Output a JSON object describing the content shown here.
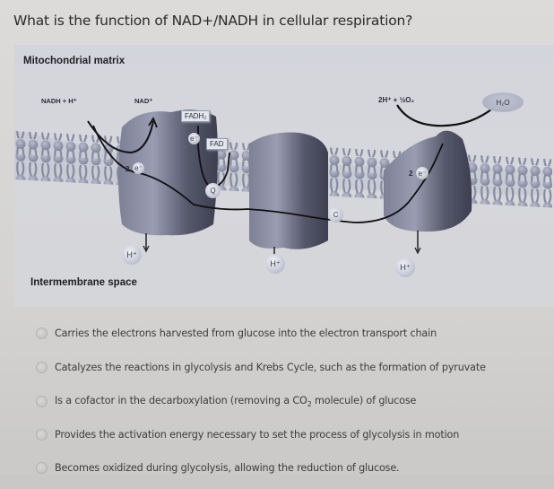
{
  "question": {
    "text": "What is the function of NAD+/NADH in cellular respiration?"
  },
  "figure": {
    "top_label": "Mitochondrial matrix",
    "bottom_label": "Intermembrane space",
    "labels": {
      "nadh": "NADH + H⁺",
      "nad": "NAD⁺",
      "fadh2": "FADH₂",
      "fad": "FAD",
      "oxygen": "2H⁺ + ½O₂",
      "water": "H₂O",
      "electron_2e_left": "2",
      "electron_e": "e⁻",
      "electron_2e_right": "2",
      "q": "Q",
      "c": "C",
      "h_plus": "H⁺"
    },
    "colors": {
      "background": "#d4d6dc",
      "protein": "#5a5c70",
      "membrane": "#8d90a6",
      "line": "#111111"
    }
  },
  "options": [
    {
      "id": "a",
      "text": "Carries the electrons harvested from glucose into the electron transport chain",
      "selected": false
    },
    {
      "id": "b",
      "text": "Catalyzes the reactions in glycolysis and Krebs Cycle, such as the formation of pyruvate",
      "selected": false
    },
    {
      "id": "c",
      "text_before": "Is a cofactor in the decarboxylation (removing a CO",
      "text_sub": "2",
      "text_after": " molecule) of glucose",
      "selected": false
    },
    {
      "id": "d",
      "text": "Provides the activation energy necessary to set the process of glycolysis in motion",
      "selected": false
    },
    {
      "id": "e",
      "text": "Becomes oxidized during glycolysis, allowing the reduction of glucose.",
      "selected": false
    }
  ]
}
